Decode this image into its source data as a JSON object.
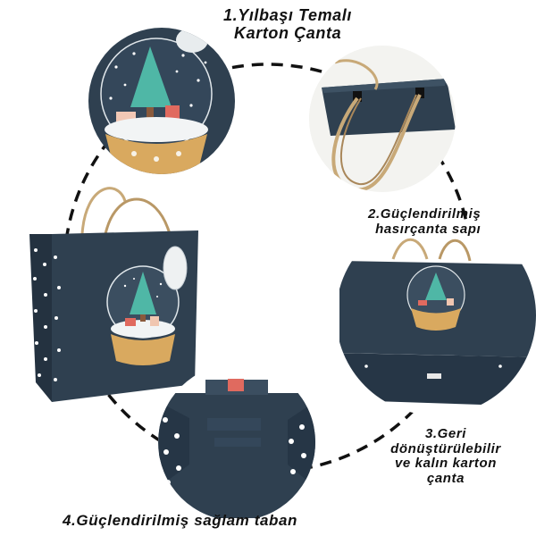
{
  "labels": {
    "feature1": {
      "line1": "1.Yılbaşı Temalı",
      "line2": "Karton Çanta"
    },
    "feature2": {
      "line1": "2.Güçlendirilmiş",
      "line2": "hasırçanta sapı"
    },
    "feature3": {
      "line1": "3.Geri",
      "line2": "dönüştürülebilir",
      "line3": "ve kalın karton",
      "line4": "çanta"
    },
    "feature4": {
      "line1": "4.Güçlendirilmiş sağlam taban"
    }
  },
  "colors": {
    "bag_navy": "#2f4050",
    "bag_navy_dark": "#243240",
    "snow_gold": "#d9a95f",
    "tree_teal": "#4fb7a6",
    "rope": "#c8a978",
    "gift_red": "#e06a5f"
  }
}
